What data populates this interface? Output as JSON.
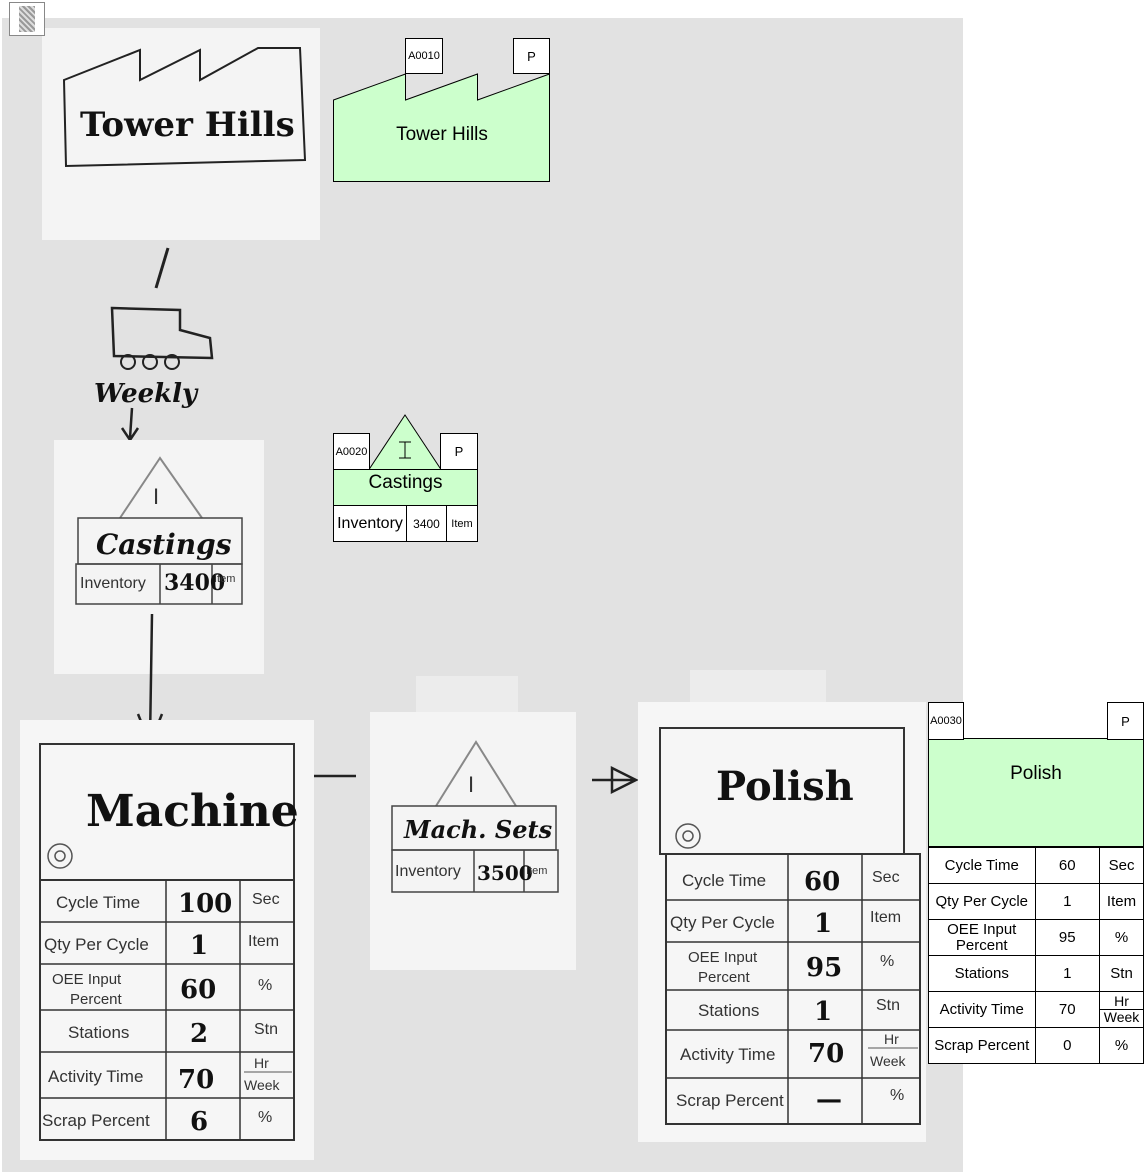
{
  "corner_icon": "picture-icon",
  "photo": {
    "supplier_name": "Tower Hills",
    "transport_frequency": "Weekly",
    "inventory_symbol": "I",
    "castings": {
      "name": "Castings",
      "label": "Inventory",
      "value": "3400",
      "unit": "Item"
    },
    "mach_sets": {
      "name": "Mach. Sets",
      "label": "Inventory",
      "value": "3500",
      "unit": "Item"
    },
    "machine": {
      "name": "Machine",
      "rows": [
        {
          "label": "Cycle Time",
          "value": "100",
          "unit": "Sec"
        },
        {
          "label": "Qty Per Cycle",
          "value": "1",
          "unit": "Item"
        },
        {
          "label": "OEE Input Percent",
          "value": "60",
          "unit": "%"
        },
        {
          "label": "Stations",
          "value": "2",
          "unit": "Stn"
        },
        {
          "label": "Activity Time",
          "value": "70",
          "unit": "Hr Week"
        },
        {
          "label": "Scrap Percent",
          "value": "6",
          "unit": "%"
        }
      ]
    },
    "polish": {
      "name": "Polish",
      "rows": [
        {
          "label": "Cycle Time",
          "value": "60",
          "unit": "Sec"
        },
        {
          "label": "Qty Per Cycle",
          "value": "1",
          "unit": "Item"
        },
        {
          "label": "OEE Input Percent",
          "value": "95",
          "unit": "%"
        },
        {
          "label": "Stations",
          "value": "1",
          "unit": "Stn"
        },
        {
          "label": "Activity Time",
          "value": "70",
          "unit": "Hr Week"
        },
        {
          "label": "Scrap Percent",
          "value": "—",
          "unit": "%"
        }
      ]
    }
  },
  "supplier": {
    "id": "A0010",
    "flag": "P",
    "name": "Tower Hills"
  },
  "inventory": {
    "id": "A0020",
    "flag": "P",
    "symbol": "I",
    "name": "Castings",
    "label": "Inventory",
    "value": "3400",
    "unit": "Item"
  },
  "process": {
    "id": "A0030",
    "flag": "P",
    "name": "Polish",
    "rows": [
      {
        "label": "Cycle Time",
        "value": "60",
        "unit": "Sec"
      },
      {
        "label": "Qty Per Cycle",
        "value": "1",
        "unit": "Item"
      },
      {
        "label": "OEE Input Percent",
        "value": "95",
        "unit": "%"
      },
      {
        "label": "Stations",
        "value": "1",
        "unit": "Stn"
      },
      {
        "label": "Activity Time",
        "value": "70",
        "unit_top": "Hr",
        "unit_bottom": "Week"
      },
      {
        "label": "Scrap Percent",
        "value": "0",
        "unit": "%"
      }
    ]
  },
  "colors": {
    "icon_fill": "#ccffcc",
    "paper": "#f7f7f7",
    "wall": "#e4e4e4"
  }
}
